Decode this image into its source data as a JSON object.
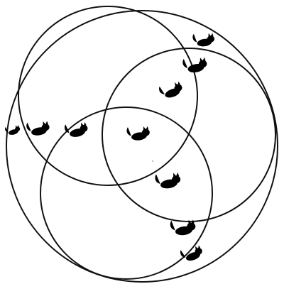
{
  "diagram": {
    "type": "venn",
    "sets": [
      "outer",
      "top-left",
      "right",
      "bottom-left"
    ],
    "ink_color": "#111111",
    "background_color": "#ffffff",
    "element_icon": "cat-icon",
    "element_count": 11
  }
}
